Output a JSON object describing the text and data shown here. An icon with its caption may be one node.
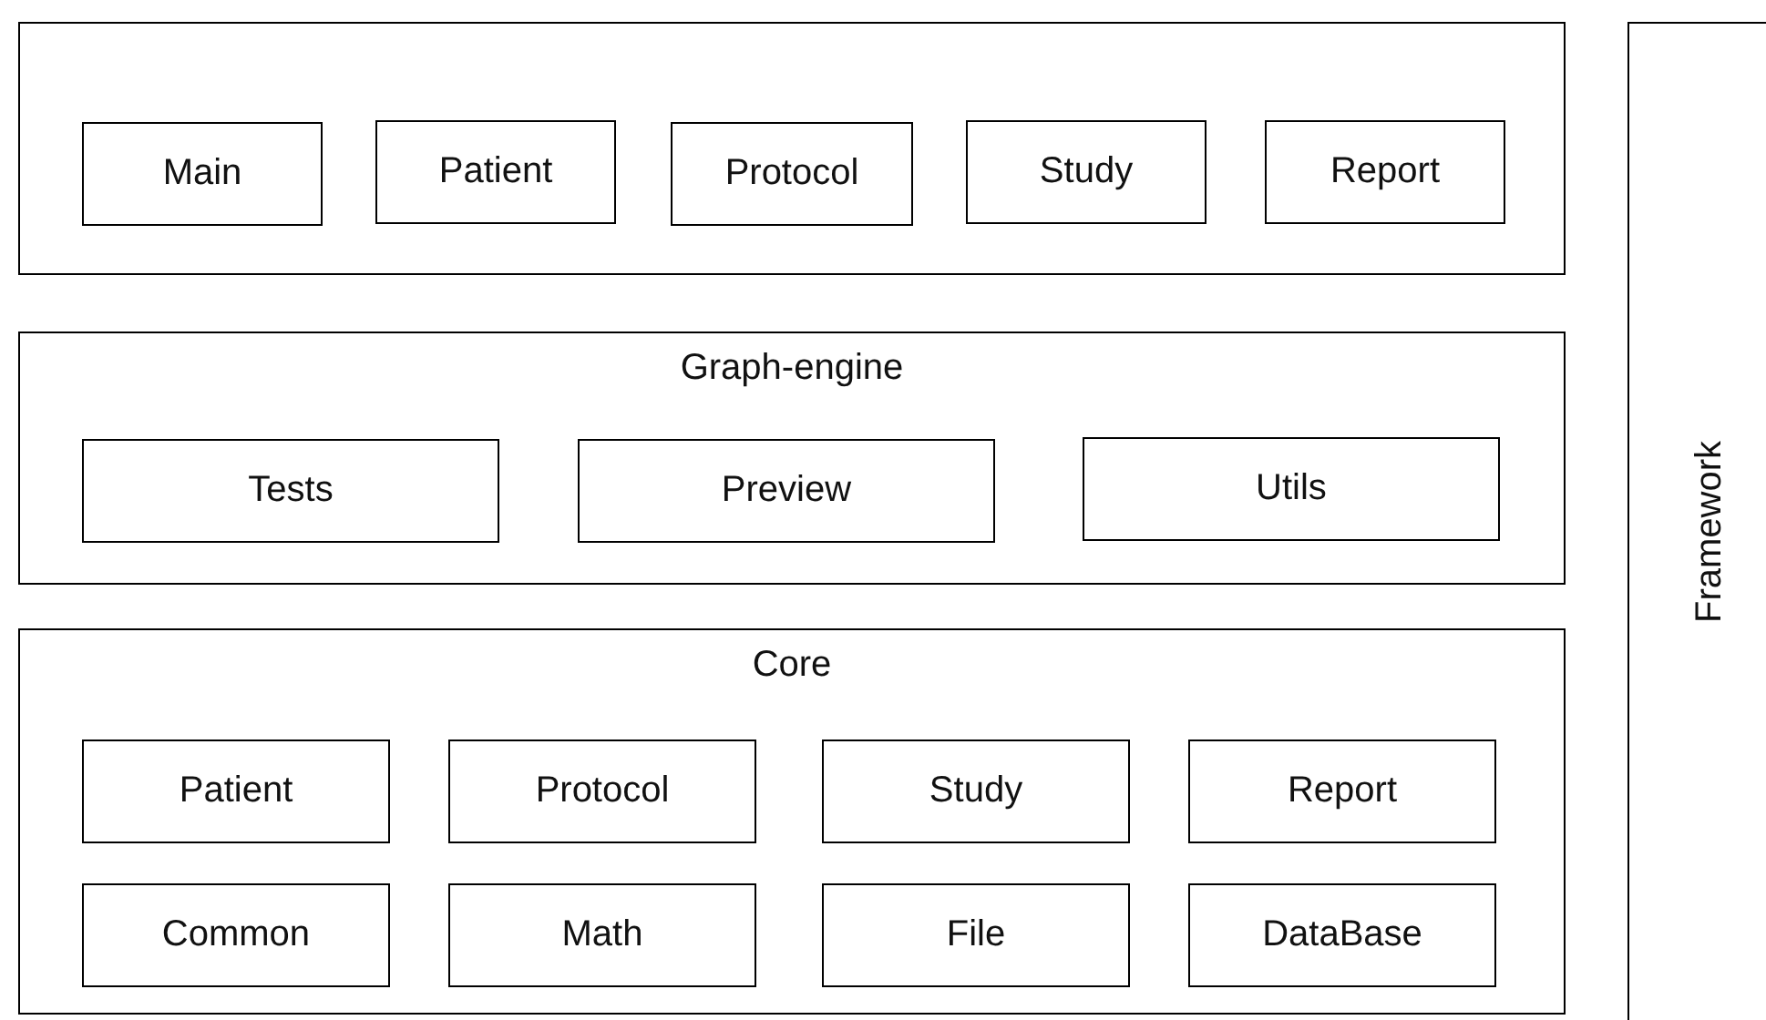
{
  "diagram": {
    "nodes": [
      {
        "text": [],
        "shape": "box"
      },
      {
        "text": [
          "Main"
        ],
        "in": 0
      },
      {
        "text": [
          "Patient"
        ],
        "in": 0
      },
      {
        "text": [
          "Protocol"
        ],
        "in": 0
      },
      {
        "text": [
          "Study"
        ],
        "in": 0
      },
      {
        "text": [
          "Report"
        ],
        "in": 0
      },
      {
        "text": [
          "Graph-engine"
        ]
      },
      {
        "text": [
          "Tests"
        ],
        "in": 6
      },
      {
        "text": [
          "Preview"
        ],
        "in": 6
      },
      {
        "text": [
          "Utils"
        ],
        "in": 6
      },
      {
        "text": [
          "Core"
        ]
      },
      {
        "text": [
          "Patient"
        ],
        "in": 10
      },
      {
        "text": [
          "Protocol"
        ],
        "in": 10
      },
      {
        "text": [
          "Study"
        ],
        "in": 10
      },
      {
        "text": [
          "Report"
        ],
        "in": 10
      },
      {
        "text": [
          "Common"
        ],
        "in": 10
      },
      {
        "text": [
          "Math"
        ],
        "in": 10
      },
      {
        "text": [
          "File"
        ],
        "in": 10
      },
      {
        "text": [
          "DataBase"
        ],
        "in": 10
      },
      {
        "text": [
          "Framework"
        ]
      }
    ]
  }
}
